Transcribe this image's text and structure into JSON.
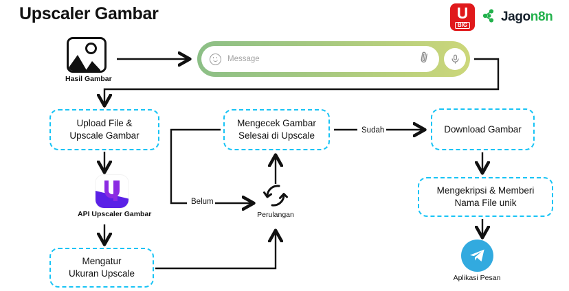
{
  "page_title": "Upscaler Gambar",
  "brand": {
    "ubig": {
      "letter": "U",
      "sub": "BIG",
      "color": "#e0191b"
    },
    "jagon8n": {
      "dark_part": "Jago",
      "green_part": "n8n",
      "green": "#22b14c",
      "icon": "nodes-icon"
    }
  },
  "nodes": {
    "image_result": {
      "label": "Hasil Gambar",
      "icon": "image-icon"
    },
    "message_bar": {
      "placeholder": "Message",
      "smiley_icon": "smiley-icon",
      "attach_icon": "paperclip-icon",
      "mic_icon": "microphone-icon",
      "gradient_from": "#8cbf86",
      "gradient_to": "#ccd77a"
    },
    "upload": {
      "line1": "Upload File &",
      "line2": "Upscale Gambar"
    },
    "api_upscaler": {
      "label": "API Upscaler Gambar",
      "icon": "upscaler-app-icon"
    },
    "size": {
      "line1": "Mengatur",
      "line2": "Ukuran Upscale"
    },
    "check": {
      "line1": "Mengecek Gambar",
      "line2": "Selesai di Upscale"
    },
    "loop": {
      "label": "Perulangan",
      "icon": "refresh-loop-icon"
    },
    "download": {
      "label": "Download Gambar"
    },
    "encrypt": {
      "line1": "Mengekripsi & Memberi",
      "line2": "Nama File unik"
    },
    "messaging_app": {
      "label": "Aplikasi Pesan",
      "icon": "telegram-icon"
    }
  },
  "edges": {
    "belum": "Belum",
    "sudah": "Sudah"
  },
  "colors": {
    "dashed_border": "#17c3f5",
    "wire": "#111111",
    "telegram": "#32aadf",
    "upscaler_purple": "#5a21e6"
  }
}
